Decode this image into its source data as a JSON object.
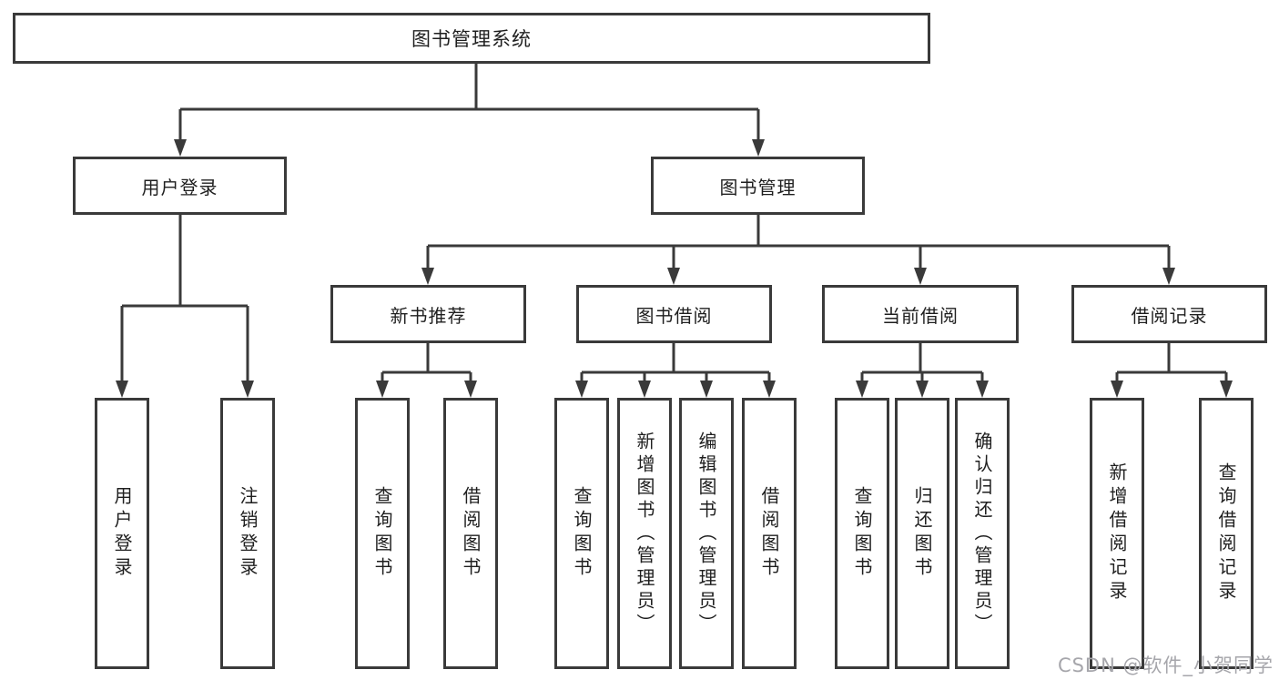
{
  "title": "图书管理系统",
  "watermark": "CSDN @软件_小贺同学",
  "colors": {
    "line": "#3a3a3a",
    "box_border": "#3a3a3a",
    "box_fill": "#ffffff",
    "text": "#1f1f1f",
    "watermark_text": "#a6a6ab",
    "background": "#ffffff"
  },
  "diagram": {
    "root": {
      "label": "图书管理系统"
    },
    "level2": {
      "user_login": {
        "label": "用户登录"
      },
      "book_mgmt": {
        "label": "图书管理"
      }
    },
    "level3": {
      "new_book": {
        "label": "新书推荐"
      },
      "borrow": {
        "label": "图书借阅"
      },
      "current": {
        "label": "当前借阅"
      },
      "record": {
        "label": "借阅记录"
      }
    },
    "leaves": {
      "user_login_leaf": {
        "label": "用户登录",
        "parent": "用户登录"
      },
      "logout": {
        "label": "注销登录",
        "parent": "用户登录"
      },
      "nb_search": {
        "label": "查询图书",
        "parent": "新书推荐"
      },
      "nb_borrow": {
        "label": "借阅图书",
        "parent": "新书推荐"
      },
      "bw_search": {
        "label": "查询图书",
        "parent": "图书借阅"
      },
      "bw_add": {
        "label": "新增图书（管理员）",
        "parent": "图书借阅"
      },
      "bw_edit": {
        "label": "编辑图书（管理员）",
        "parent": "图书借阅"
      },
      "bw_borrow": {
        "label": "借阅图书",
        "parent": "图书借阅"
      },
      "cur_search": {
        "label": "查询图书",
        "parent": "当前借阅"
      },
      "cur_return": {
        "label": "归还图书",
        "parent": "当前借阅"
      },
      "cur_confirm": {
        "label": "确认归还（管理员）",
        "parent": "当前借阅"
      },
      "rec_add": {
        "label": "新增借阅记录",
        "parent": "借阅记录"
      },
      "rec_search": {
        "label": "查询借阅记录",
        "parent": "借阅记录"
      }
    }
  }
}
